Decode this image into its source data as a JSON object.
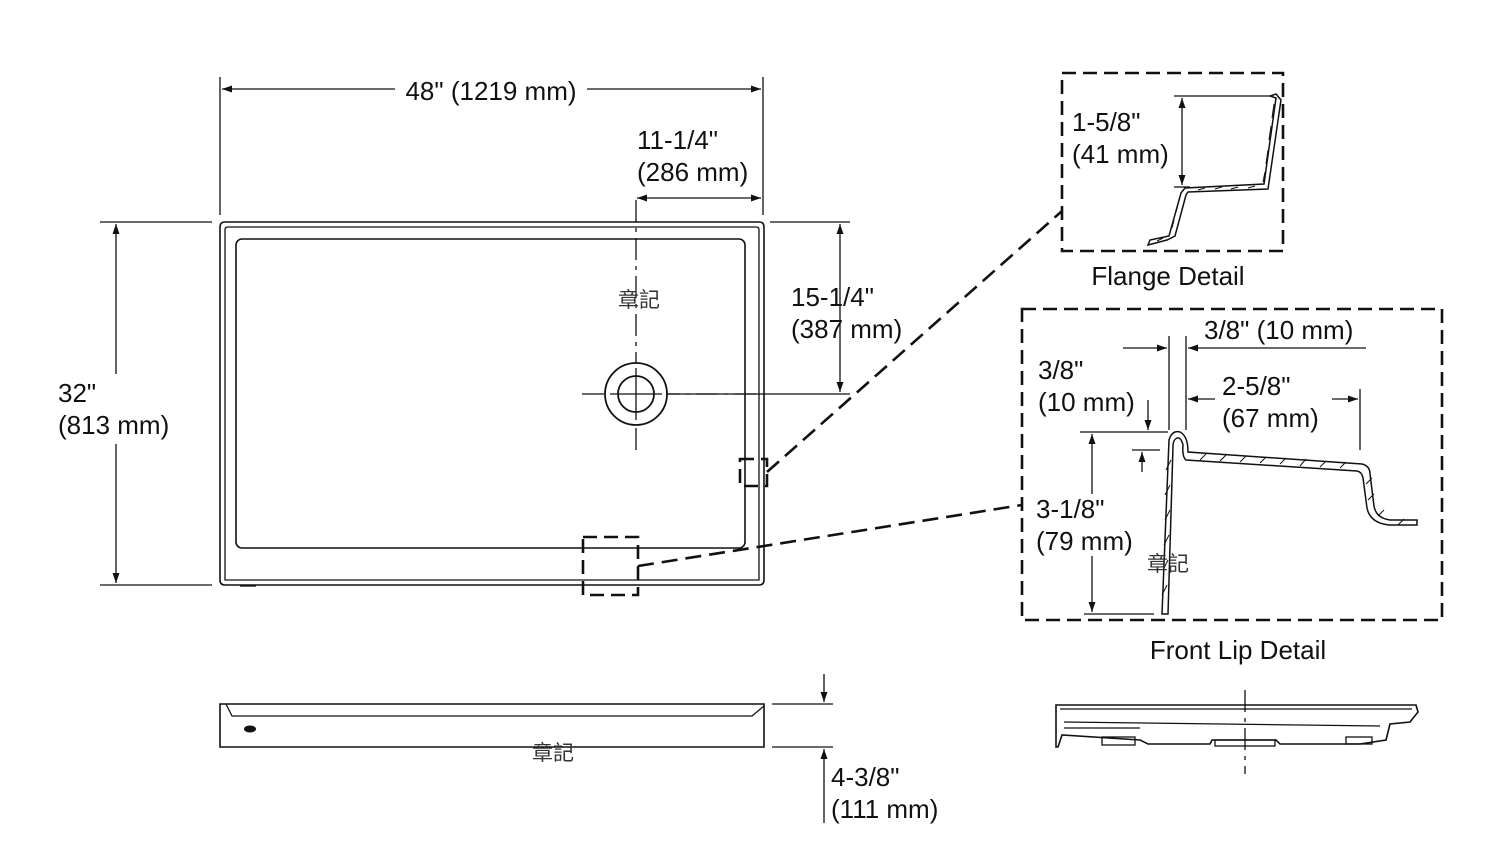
{
  "plan_view": {
    "width_dim": "48\" (1219 mm)",
    "height_dim_in": "32\"",
    "height_dim_mm": "(813 mm)",
    "drain_x_in": "11-1/4\"",
    "drain_x_mm": "(286 mm)",
    "drain_y_in": "15-1/4\"",
    "drain_y_mm": "(387 mm)",
    "watermark": "章記"
  },
  "flange_detail": {
    "caption": "Flange Detail",
    "height_in": "1-5/8\"",
    "height_mm": "(41 mm)"
  },
  "front_lip_detail": {
    "caption": "Front Lip Detail",
    "thickness_dim": "3/8\" (10 mm)",
    "lip_in": "3/8\"",
    "lip_mm": "(10 mm)",
    "step_in": "2-5/8\"",
    "step_mm": "(67 mm)",
    "depth_in": "3-1/8\"",
    "depth_mm": "(79 mm)",
    "watermark": "章記"
  },
  "front_view": {
    "height_in": "4-3/8\"",
    "height_mm": "(111 mm)",
    "watermark": "章記"
  }
}
